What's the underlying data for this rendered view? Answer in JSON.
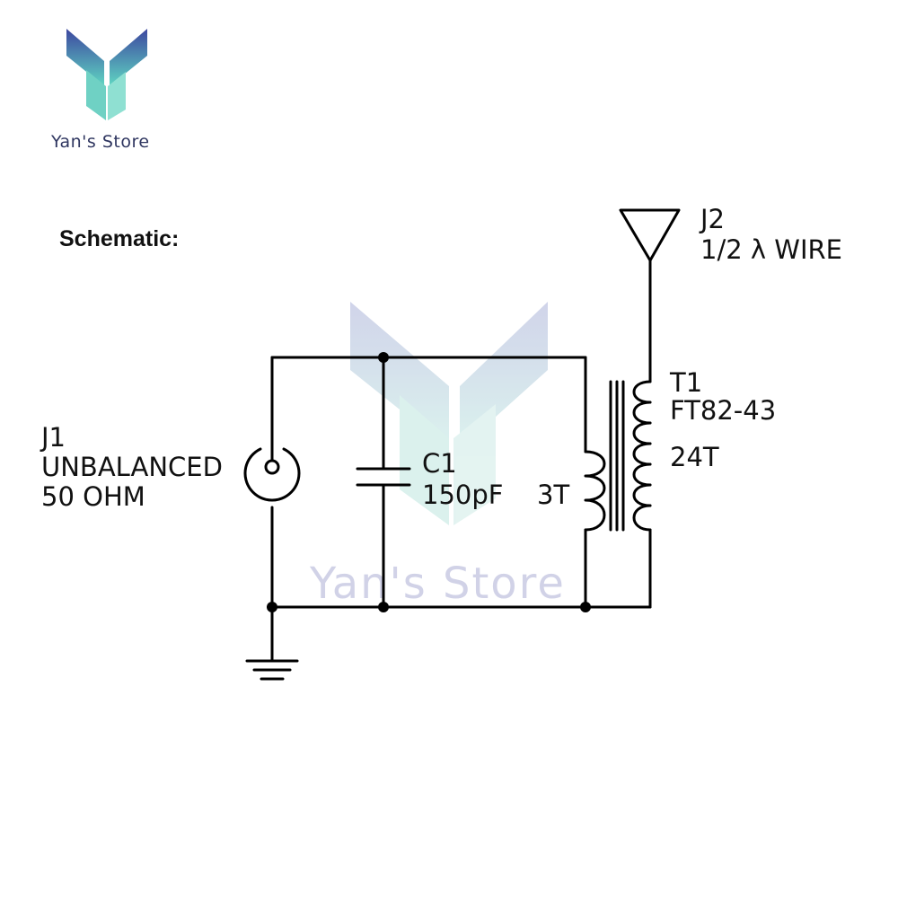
{
  "brand": {
    "name": "Yan's Store",
    "watermark_text": "Yan's Store"
  },
  "heading": "Schematic:",
  "components": {
    "j1": {
      "ref": "J1",
      "line1": "UNBALANCED",
      "line2": "50 OHM"
    },
    "c1": {
      "ref": "C1",
      "value": "150pF"
    },
    "t1": {
      "ref": "T1",
      "part": "FT82-43",
      "secondary_turns": "24T",
      "primary_turns": "3T"
    },
    "j2": {
      "ref": "J2",
      "desc": "1/2 λ WIRE"
    }
  },
  "colors": {
    "line": "#000000",
    "logo_top": "#3d47a0",
    "logo_bottom": "#5fd6c2",
    "watermark": "#c9cbe3"
  }
}
